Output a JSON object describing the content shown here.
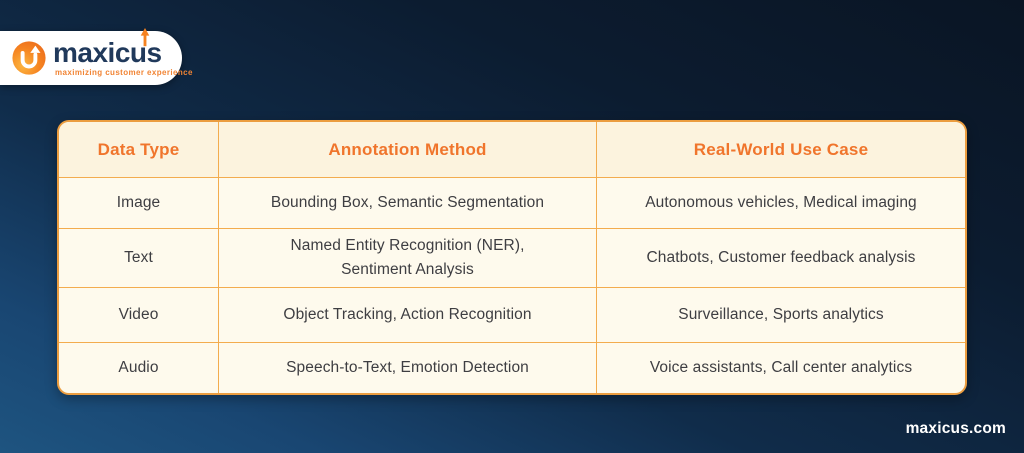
{
  "brand": {
    "wordmark_pre": "maxic",
    "wordmark_u": "u",
    "wordmark_post": "s",
    "tagline": "maximizing customer experience",
    "website": "maxicus.com"
  },
  "colors": {
    "accent_orange": "#F0752C",
    "logo_orange": "#F58220",
    "table_border": "#F3AC4E",
    "table_body_bg": "#FEFAED",
    "table_header_bg": "#FCF3DE",
    "wordmark_navy": "#20395B",
    "body_text": "#3E3E42",
    "bg_gradient_top": "#0A1524",
    "bg_gradient_bottom": "#1E5480",
    "footer_text": "#FFFFFF"
  },
  "chart_data": {
    "type": "table",
    "columns": [
      "Data Type",
      "Annotation Method",
      "Real-World Use Case"
    ],
    "rows": [
      [
        "Image",
        "Bounding Box, Semantic Segmentation",
        "Autonomous vehicles, Medical imaging"
      ],
      [
        "Text",
        "Named Entity Recognition (NER),\nSentiment Analysis",
        "Chatbots, Customer feedback analysis"
      ],
      [
        "Video",
        "Object Tracking, Action Recognition",
        "Surveillance, Sports analytics"
      ],
      [
        "Audio",
        "Speech-to-Text, Emotion Detection",
        "Voice assistants, Call center analytics"
      ]
    ],
    "layout": {
      "grid": "full-borders",
      "header_style": "orange-bold",
      "legend_position": "none"
    }
  }
}
